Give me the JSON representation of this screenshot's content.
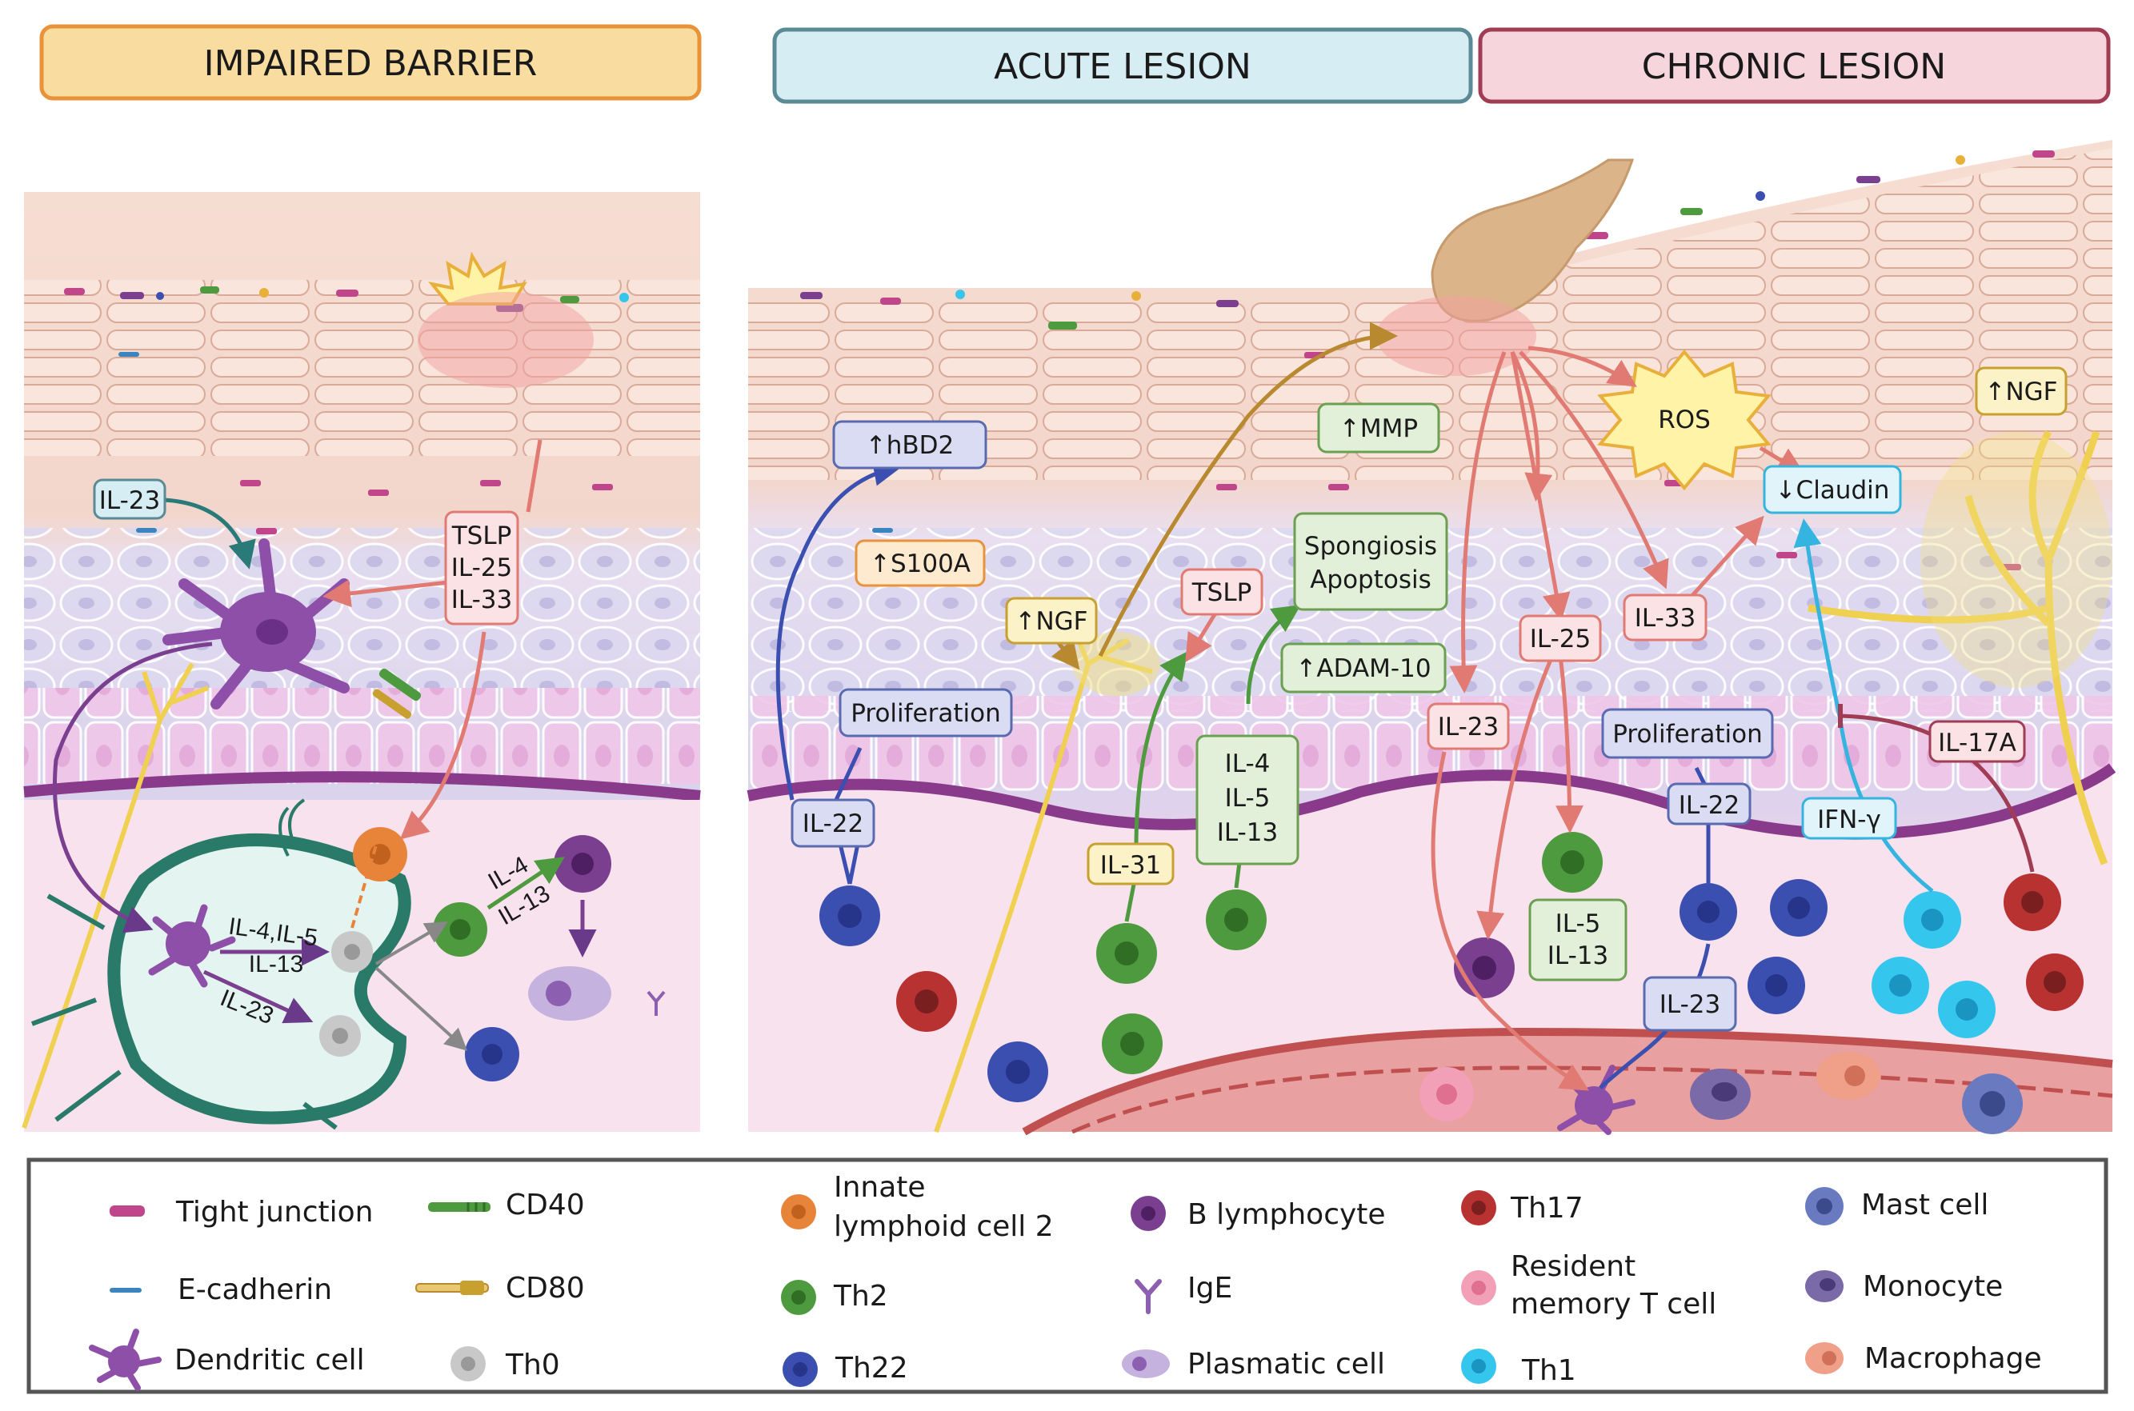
{
  "headers": {
    "impaired": "IMPAIRED BARRIER",
    "acute": "ACUTE LESION",
    "chronic": "CHRONIC LESION"
  },
  "labels": {
    "il23_left": "IL-23",
    "tslp_1": "TSLP",
    "tslp_2": "IL-25",
    "tslp_3": "IL-33",
    "ln_il4_il5": "IL-4,IL-5",
    "ln_il13": "IL-13",
    "ln_il23": "IL-23",
    "il4_ln": "IL-4",
    "il13_ln": "IL-13",
    "hbd2": "↑hBD2",
    "s100a": "↑S100A",
    "ngf_acute": "↑NGF",
    "prolif_acute": "Proliferation",
    "il22_acute": "IL-22",
    "il31": "IL-31",
    "il4_acute": "IL-4",
    "il5_acute": "IL-5",
    "il13_acute": "IL-13",
    "tslp_acute": "TSLP",
    "mmp": "↑MMP",
    "spongiosis": "Spongiosis",
    "apoptosis": "Apoptosis",
    "adam10": "↑ADAM-10",
    "il23_mid": "IL-23",
    "il25_mid": "IL-25",
    "il33_mid": "IL-33",
    "ros": "ROS",
    "claudin": "↓Claudin",
    "ngf_chronic": "↑NGF",
    "prolif_chronic": "Proliferation",
    "il22_chronic": "IL-22",
    "ifng": "IFN-γ",
    "il17a": "IL-17A",
    "il5_chronic": "IL-5",
    "il13_chronic": "IL-13",
    "il23_bottom": "IL-23"
  },
  "legend": {
    "tight_junction": "Tight junction",
    "e_cadherin": "E-cadherin",
    "dendritic_cell": "Dendritic cell",
    "cd40": "CD40",
    "cd80": "CD80",
    "th0": "Th0",
    "ilc2_line1": "Innate",
    "ilc2_line2": "lymphoid cell 2",
    "th2": "Th2",
    "th22": "Th22",
    "b_lymphocyte": "B lymphocyte",
    "ige": "IgE",
    "plasmatic_cell": "Plasmatic cell",
    "th17": "Th17",
    "resident_line1": "Resident",
    "resident_line2": "memory T cell",
    "th1": "Th1",
    "mast_cell": "Mast cell",
    "monocyte": "Monocyte",
    "macrophage": "Macrophage"
  },
  "colors": {
    "ilc2": "#e8833a",
    "th2": "#4e9a3e",
    "th22": "#3b4fb0",
    "b_lymphocyte": "#7a3f8f",
    "th17": "#b83232",
    "resident": "#f2a0b8",
    "th1": "#35c6ee",
    "dendritic": "#8d4fa8",
    "th0": "#b8b8b8"
  }
}
